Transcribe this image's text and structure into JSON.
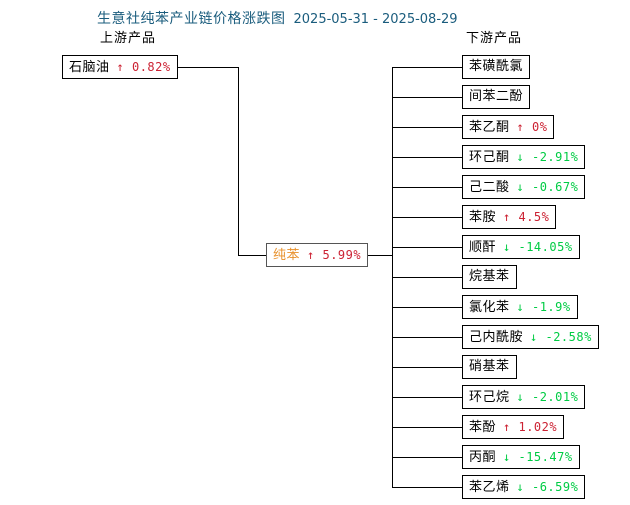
{
  "title": {
    "text": "生意社纯苯产业链价格涨跌图",
    "date_range": "2025-05-31 - 2025-08-29",
    "color": "#1a5c7d"
  },
  "headers": {
    "upstream": "上游产品",
    "downstream": "下游产品"
  },
  "colors": {
    "up": "#cc2233",
    "down": "#00cc44",
    "center_name": "#e8902a",
    "border": "#000000",
    "background": "#ffffff"
  },
  "icons": {
    "up_arrow": "↑",
    "down_arrow": "↓"
  },
  "upstream": [
    {
      "name": "石脑油",
      "arrow": "↑",
      "value": "0.82%",
      "dir": "up"
    }
  ],
  "center": {
    "name": "纯苯",
    "arrow": "↑",
    "value": "5.99%",
    "dir": "up"
  },
  "downstream": [
    {
      "name": "苯磺酰氯",
      "arrow": "",
      "value": "",
      "dir": "none"
    },
    {
      "name": "间苯二酚",
      "arrow": "",
      "value": "",
      "dir": "none"
    },
    {
      "name": "苯乙酮",
      "arrow": "↑",
      "value": "0%",
      "dir": "up"
    },
    {
      "name": "环己酮",
      "arrow": "↓",
      "value": "-2.91%",
      "dir": "down"
    },
    {
      "name": "己二酸",
      "arrow": "↓",
      "value": "-0.67%",
      "dir": "down"
    },
    {
      "name": "苯胺",
      "arrow": "↑",
      "value": "4.5%",
      "dir": "up"
    },
    {
      "name": "顺酐",
      "arrow": "↓",
      "value": "-14.05%",
      "dir": "down"
    },
    {
      "name": "烷基苯",
      "arrow": "",
      "value": "",
      "dir": "none"
    },
    {
      "name": "氯化苯",
      "arrow": "↓",
      "value": "-1.9%",
      "dir": "down"
    },
    {
      "name": "己内酰胺",
      "arrow": "↓",
      "value": "-2.58%",
      "dir": "down"
    },
    {
      "name": "硝基苯",
      "arrow": "",
      "value": "",
      "dir": "none"
    },
    {
      "name": "环己烷",
      "arrow": "↓",
      "value": "-2.01%",
      "dir": "down"
    },
    {
      "name": "苯酚",
      "arrow": "↑",
      "value": "1.02%",
      "dir": "up"
    },
    {
      "name": "丙酮",
      "arrow": "↓",
      "value": "-15.47%",
      "dir": "down"
    },
    {
      "name": "苯乙烯",
      "arrow": "↓",
      "value": "-6.59%",
      "dir": "down"
    }
  ],
  "chart_data": {
    "type": "diagram",
    "title": "生意社纯苯产业链价格涨跌图 2025-05-31 - 2025-08-29",
    "center_node": {
      "label": "纯苯",
      "change_pct": 5.99
    },
    "upstream_nodes": [
      {
        "label": "石脑油",
        "change_pct": 0.82
      }
    ],
    "downstream_nodes": [
      {
        "label": "苯磺酰氯",
        "change_pct": null
      },
      {
        "label": "间苯二酚",
        "change_pct": null
      },
      {
        "label": "苯乙酮",
        "change_pct": 0
      },
      {
        "label": "环己酮",
        "change_pct": -2.91
      },
      {
        "label": "己二酸",
        "change_pct": -0.67
      },
      {
        "label": "苯胺",
        "change_pct": 4.5
      },
      {
        "label": "顺酐",
        "change_pct": -14.05
      },
      {
        "label": "烷基苯",
        "change_pct": null
      },
      {
        "label": "氯化苯",
        "change_pct": -1.9
      },
      {
        "label": "己内酰胺",
        "change_pct": -2.58
      },
      {
        "label": "硝基苯",
        "change_pct": null
      },
      {
        "label": "环己烷",
        "change_pct": -2.01
      },
      {
        "label": "苯酚",
        "change_pct": 1.02
      },
      {
        "label": "丙酮",
        "change_pct": -15.47
      },
      {
        "label": "苯乙烯",
        "change_pct": -6.59
      }
    ]
  }
}
